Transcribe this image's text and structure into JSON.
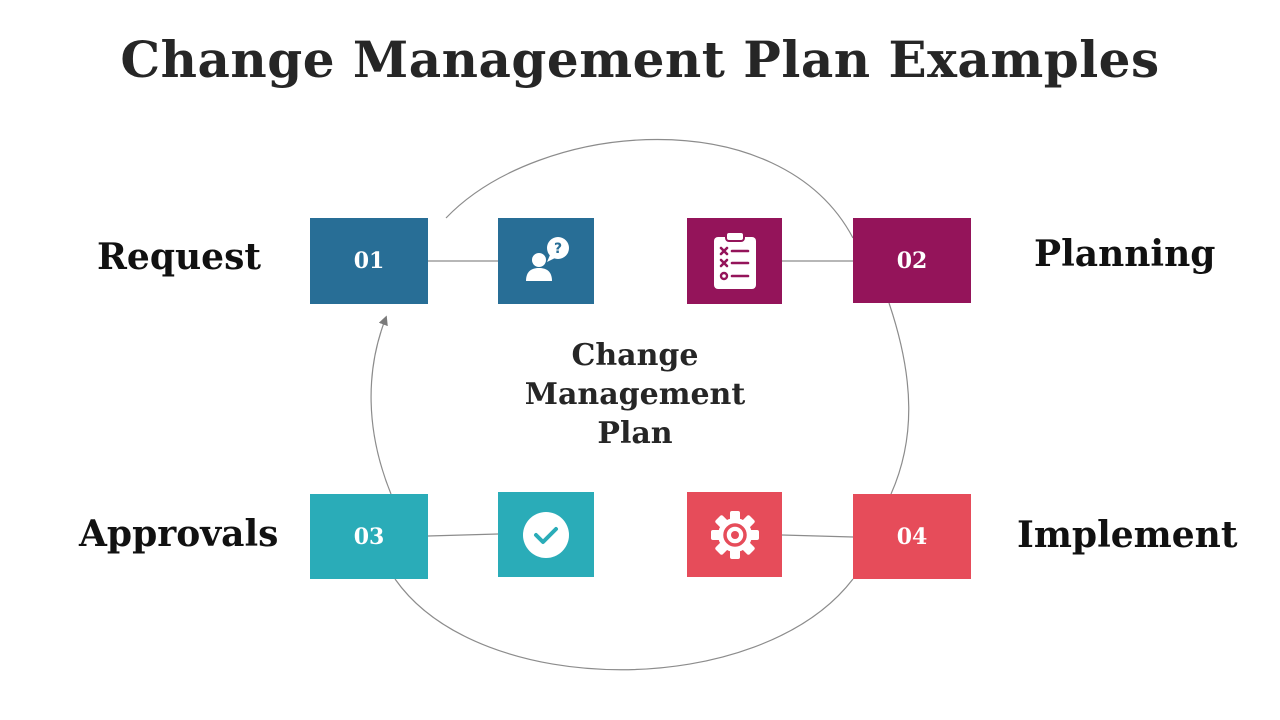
{
  "title": "Change Management Plan Examples",
  "center_label": "Change Management Plan",
  "steps": [
    {
      "number": "01",
      "label": "Request",
      "color": "#286e96",
      "icon": "user-question-icon"
    },
    {
      "number": "02",
      "label": "Planning",
      "color": "#94145a",
      "icon": "clipboard-checklist-icon"
    },
    {
      "number": "03",
      "label": "Approvals",
      "color": "#2aacb8",
      "icon": "check-circle-icon"
    },
    {
      "number": "04",
      "label": "Implement",
      "color": "#e64c5a",
      "icon": "gear-icon"
    }
  ]
}
